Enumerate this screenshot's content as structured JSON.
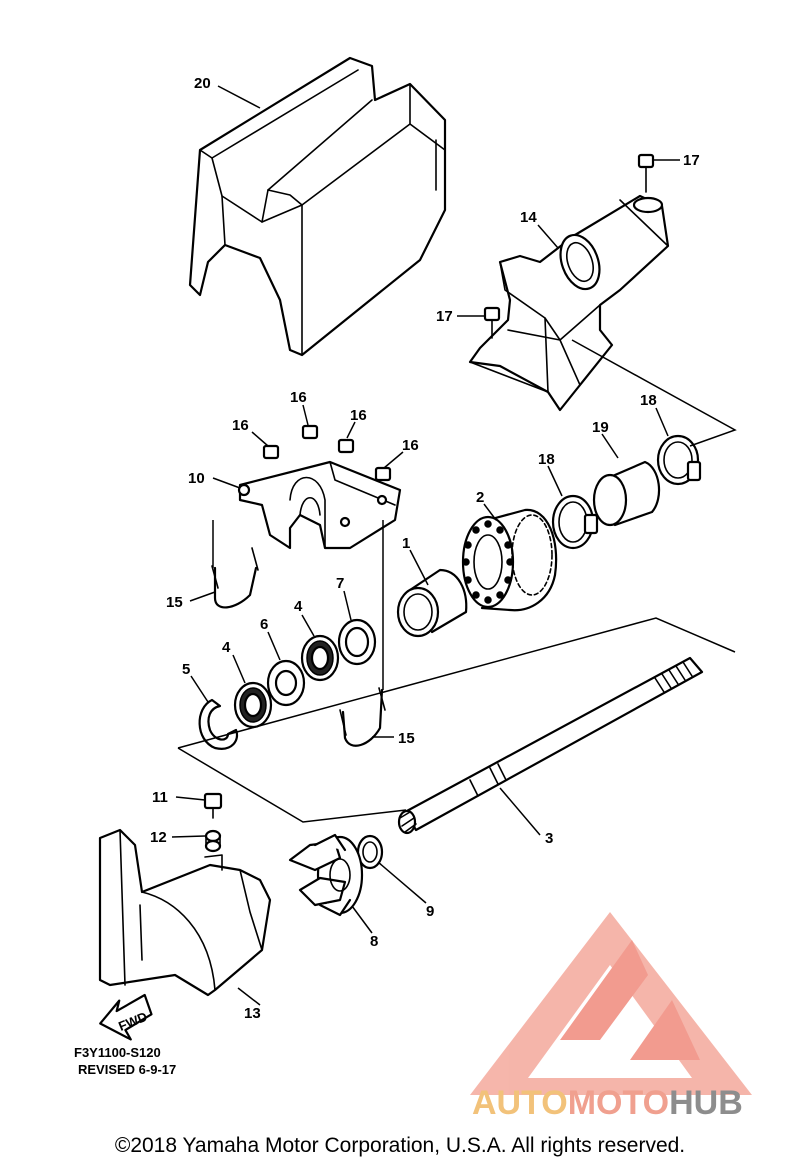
{
  "callouts": {
    "c20": "20",
    "c17a": "17",
    "c14": "14",
    "c17b": "17",
    "c16a": "16",
    "c16b": "16",
    "c16c": "16",
    "c16d": "16",
    "c10": "10",
    "c2": "2",
    "c1": "1",
    "c18a": "18",
    "c19": "19",
    "c18b": "18",
    "c15a": "15",
    "c15b": "15",
    "c7": "7",
    "c4a": "4",
    "c6": "6",
    "c4b": "4",
    "c5": "5",
    "c3": "3",
    "c11": "11",
    "c12": "12",
    "c9": "9",
    "c8": "8",
    "c13": "13"
  },
  "fwd_label": "FWD",
  "drawing_code": "F3Y1100-S120",
  "revision": "REVISED 6-9-17",
  "watermark": {
    "part1": "AUTO",
    "part2": "MOTO",
    "part3": "HUB",
    "color_light": "#f5b7a8",
    "color_main": "#e8776a",
    "color_gold": "#f2c27a",
    "color_grey": "#8d8d8d"
  },
  "copyright": "©2018 Yamaha Motor Corporation, U.S.A. All rights reserved."
}
